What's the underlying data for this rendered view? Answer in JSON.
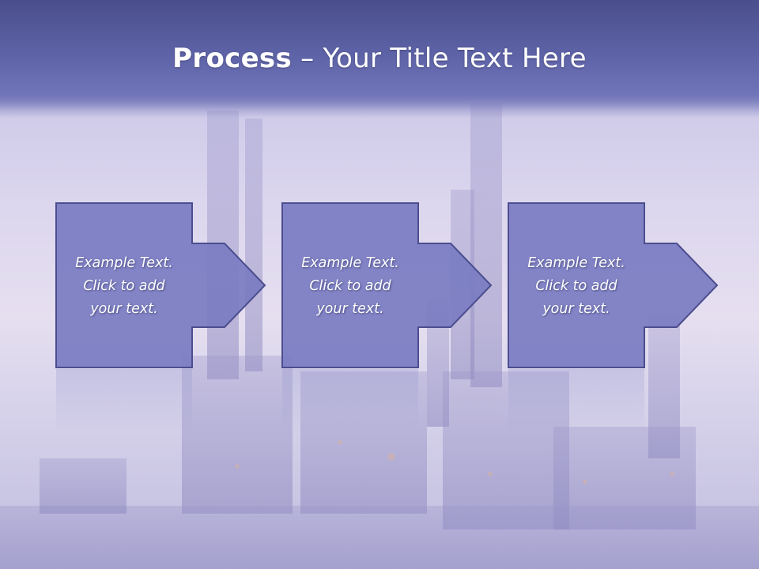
{
  "slide": {
    "title_bold": "Process",
    "title_rest": " – Your Title Text Here",
    "steps": [
      {
        "text": "Example Text.\nClick  to add\nyour text."
      },
      {
        "text": "Example Text.\nClick  to add\nyour text."
      },
      {
        "text": "Example Text.\nClick  to add\nyour text."
      }
    ]
  },
  "colors": {
    "box_fill": "#7a7cc2",
    "box_stroke": "#4b4d8e",
    "title_band": "#5d62a6"
  },
  "icons": [
    "right-arrow-icon"
  ]
}
